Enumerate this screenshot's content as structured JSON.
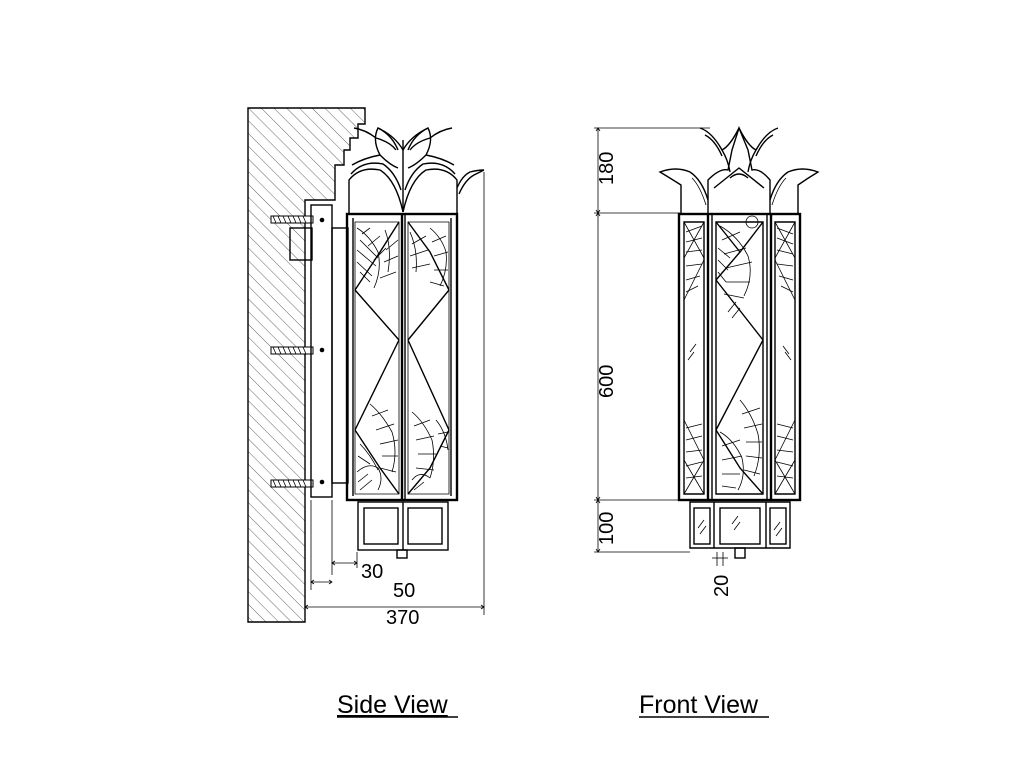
{
  "views": {
    "side": {
      "caption": "Side View",
      "dims": {
        "d30": "30",
        "d50": "50",
        "d370": "370"
      }
    },
    "front": {
      "caption": "Front View",
      "dims": {
        "d180": "180",
        "d600": "600",
        "d100": "100",
        "d20": "20"
      }
    }
  },
  "colors": {
    "line": "#000000",
    "background": "#ffffff",
    "hatch": "#555555"
  }
}
